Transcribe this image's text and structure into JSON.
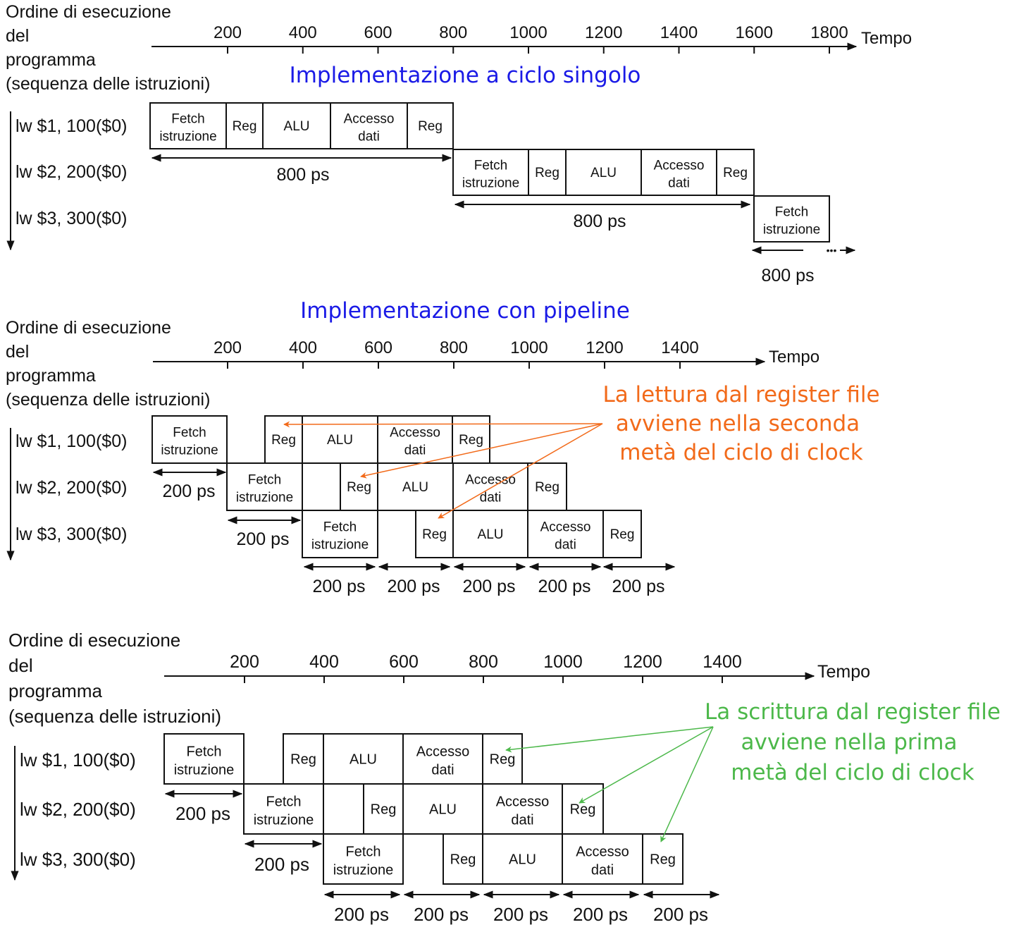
{
  "labels": {
    "order_line1": "Ordine di esecuzione",
    "order_line2": "del",
    "order_line3": "programma",
    "order_line4": "(sequenza delle istruzioni)",
    "time": "Tempo",
    "ellipsis": "•••"
  },
  "stages": {
    "fetch_line1": "Fetch",
    "fetch_line2": "istruzione",
    "reg": "Reg",
    "alu": "ALU",
    "mem_line1": "Accesso",
    "mem_line2": "dati"
  },
  "instructions": [
    "lw  $1, 100($0)",
    "lw  $2, 200($0)",
    "lw  $3, 300($0)"
  ],
  "axes": {
    "single": [
      "200",
      "400",
      "600",
      "800",
      "1000",
      "1200",
      "1400",
      "1600",
      "1800"
    ],
    "pipeline": [
      "200",
      "400",
      "600",
      "800",
      "1000",
      "1200",
      "1400"
    ]
  },
  "durations": {
    "single": "800 ps",
    "pipe": "200 ps"
  },
  "titles": {
    "single": "Implementazione a ciclo singolo",
    "pipeline": "Implementazione con pipeline"
  },
  "notes": {
    "read": [
      "La lettura dal register file",
      "avviene nella seconda",
      "metà del ciclo di clock"
    ],
    "write": [
      "La scrittura dal register file",
      "avviene nella prima",
      "metà del ciclo di clock"
    ]
  },
  "colors": {
    "title": "#1a1ae6",
    "read_note": "#f26a1a",
    "write_note": "#4cb84a"
  }
}
